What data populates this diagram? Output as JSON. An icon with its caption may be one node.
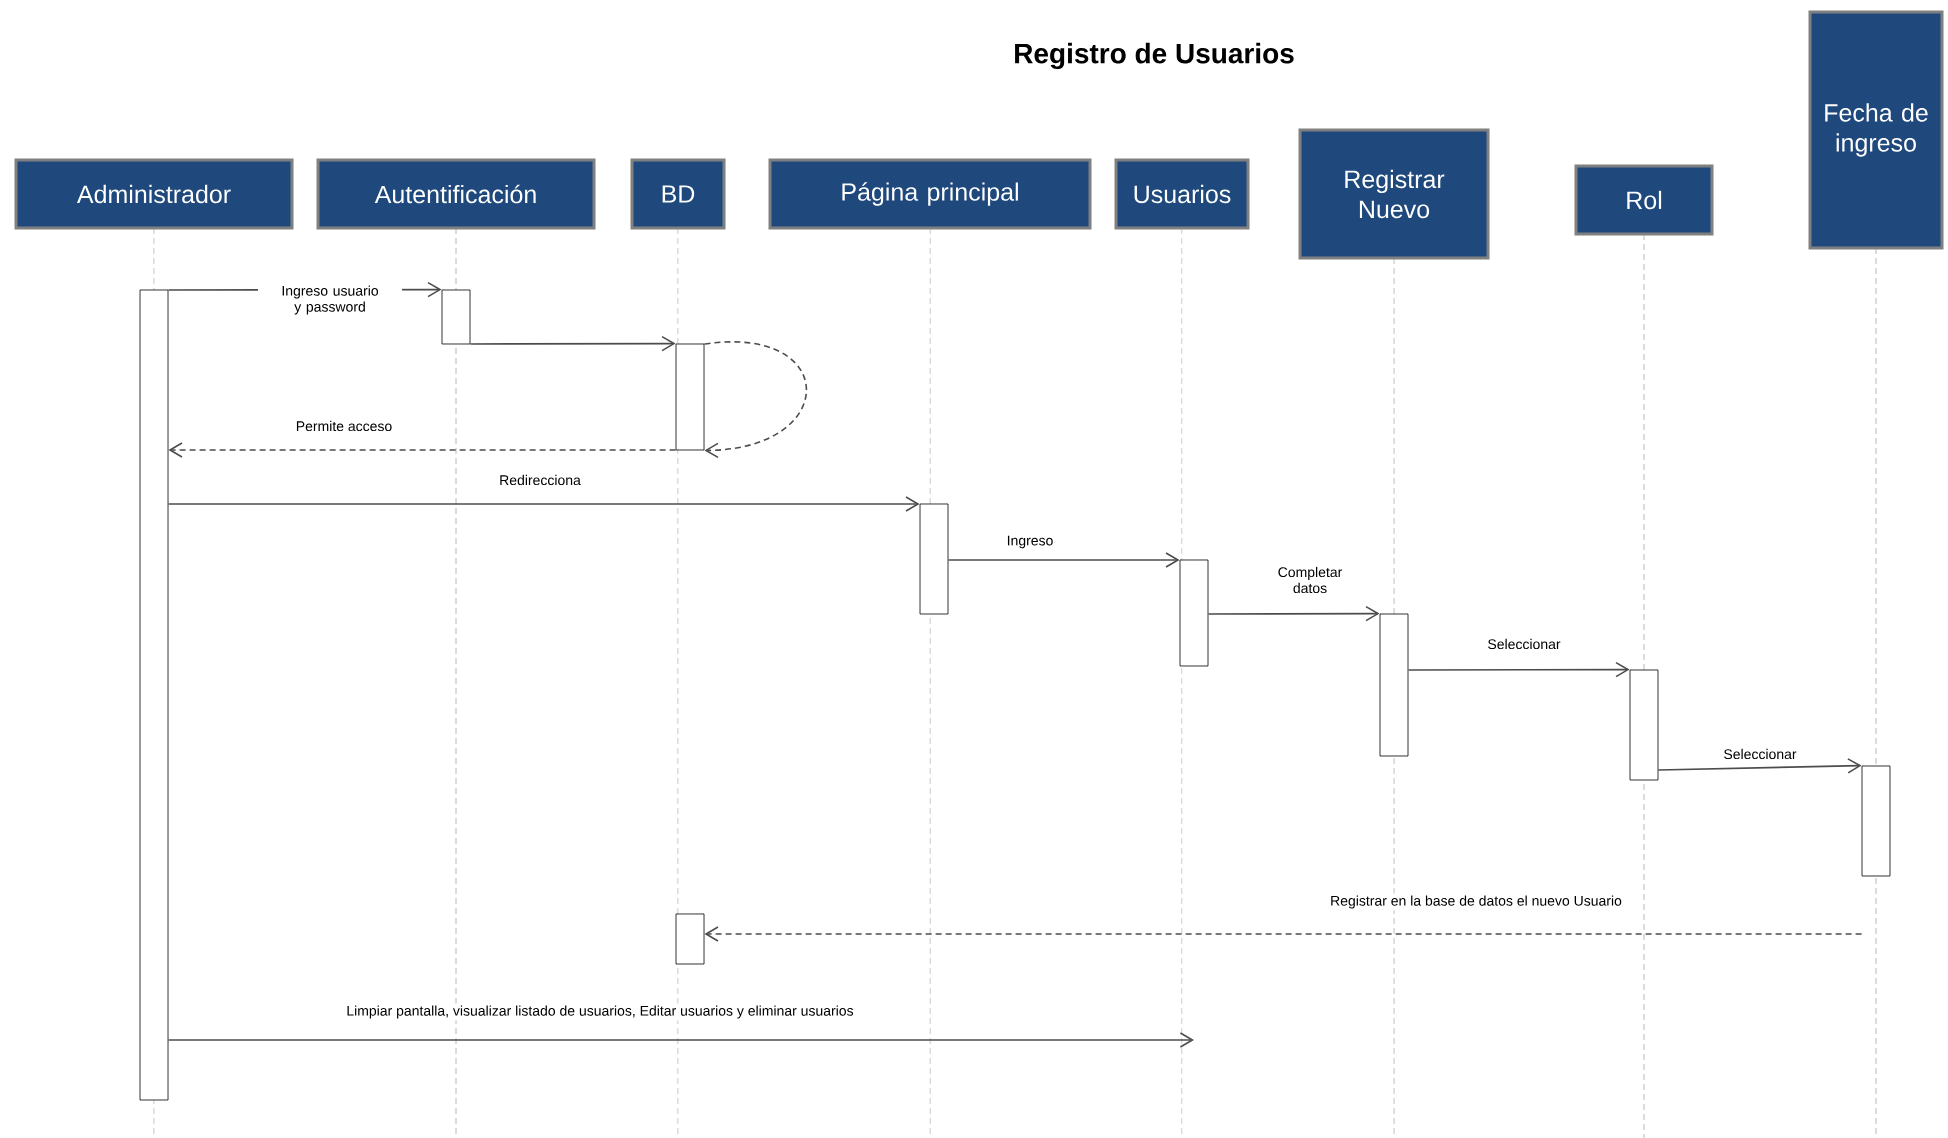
{
  "diagram": {
    "title": "Registro de Usuarios",
    "nodes": [
      {
        "text": [
          "Administrador"
        ]
      },
      {
        "text": [
          "Autentificación"
        ]
      },
      {
        "text": [
          "BD"
        ]
      },
      {
        "text": [
          "Página principal"
        ]
      },
      {
        "text": [
          "Usuarios"
        ]
      },
      {
        "text": [
          "Registrar Nuevo"
        ]
      },
      {
        "text": [
          "Rol"
        ]
      },
      {
        "text": [
          "Fecha de ingreso"
        ]
      },
      {
        "text": [],
        "shape": "bar"
      },
      {
        "text": [],
        "shape": "bar"
      },
      {
        "text": [],
        "shape": "bar"
      },
      {
        "text": [],
        "shape": "bar"
      },
      {
        "text": [],
        "shape": "bar"
      },
      {
        "text": [],
        "shape": "bar"
      },
      {
        "text": [],
        "shape": "bar"
      },
      {
        "text": [],
        "shape": "bar"
      },
      {
        "text": [],
        "shape": "bar"
      }
    ],
    "edges": [
      {
        "from": 8,
        "to": 9,
        "arrow": "to",
        "label": "Ingreso usuario y password"
      },
      {
        "from": 9,
        "to": 10,
        "arrow": "to"
      },
      {
        "from": 10,
        "to": 10,
        "arrow": "to",
        "style": "dashed"
      },
      {
        "from": 10,
        "to": 8,
        "arrow": "to",
        "style": "dashed",
        "label": "Permite acceso"
      },
      {
        "from": 8,
        "to": 11,
        "arrow": "to",
        "label": "Redirecciona"
      },
      {
        "from": 11,
        "to": 12,
        "arrow": "to",
        "label": "Ingreso"
      },
      {
        "from": 12,
        "to": 13,
        "arrow": "to",
        "label": "Completar datos"
      },
      {
        "from": 13,
        "to": 14,
        "arrow": "to",
        "label": "Seleccionar"
      },
      {
        "from": 14,
        "to": 15,
        "arrow": "to",
        "label": "Seleccionar"
      },
      {
        "from": 15,
        "to": 16,
        "arrow": "to",
        "style": "dashed",
        "label": "Registrar en la base de datos el nuevo Usuario"
      },
      {
        "from": 8,
        "to": null,
        "arrow": "to",
        "label": "Limpiar pantalla, visualizar listado de usuarios, Editar usuarios y eliminar usuarios"
      }
    ]
  }
}
